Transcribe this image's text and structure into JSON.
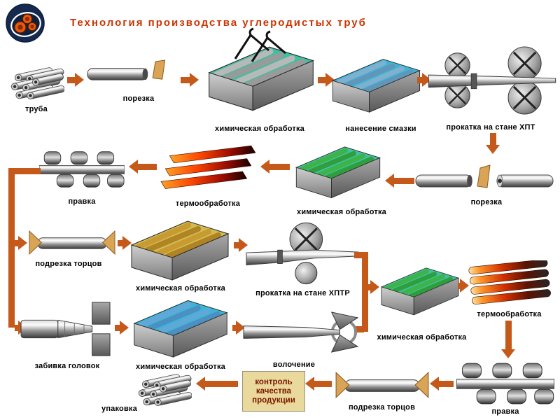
{
  "title": "Технология производства углеродистых труб",
  "flow": {
    "row1": {
      "truba": "труба",
      "porezka": "порезка",
      "him_obrabotka": "химическая обработка",
      "smazka": "нанесение смазки",
      "prokatka_hpt": "прокатка на стане ХПТ"
    },
    "row2": {
      "porezka": "порезка",
      "him_obrabotka": "химическая обработка",
      "termoobrabotka": "термообработка",
      "pravka": "правка"
    },
    "row3": {
      "podrezka_torcov": "подрезка торцов",
      "him_obrabotka": "химическая обработка",
      "prokatka_hptr": "прокатка на стане ХПТР",
      "him_obrabotka2": "химическая обработка",
      "termoobrabotka": "термообработка"
    },
    "row4": {
      "zabivka_golovok": "забивка головок",
      "him_obrabotka": "химическая обработка",
      "volochenie": "волочение"
    },
    "row5": {
      "pravka": "правка",
      "podrezka_torcov": "подрезка торцов",
      "kontrol_lines": [
        "контроль",
        "качества",
        "продукции"
      ],
      "upakovka": "упаковка"
    }
  },
  "icons": {
    "factory-logo-icon": "round navy logo with orange pipe cross-sections",
    "pipe-bundle-icon": "stack of steel pipes",
    "pipe-cutting-icon": "pipe with tan cutting blade",
    "chemical-bath-icon": "isometric open bath with pipes inside",
    "crane-hooks-icon": "black lifting slings over bath",
    "rolling-mill-hpt-icon": "paired rolls pinching a pipe",
    "rolling-mill-hptr-icon": "roll over tapered mandrel pipe",
    "heat-treatment-plates-icon": "glowing hot sheets",
    "heat-treatment-pipes-icon": "glowing hot pipes",
    "straightening-icon": "pipe between straightening rollers",
    "end-trimming-icon": "pipe with end cutters",
    "head-forming-icon": "pipe swaged into die block",
    "drawing-die-icon": "pipe drawn through die jaws",
    "quality-control-box": "beige text box"
  },
  "colors": {
    "arrow": "#c4591a",
    "title_text": "#cc3300",
    "label_text": "#000000",
    "quality_box_bg": "#e9d99c",
    "quality_box_text": "#7a1500",
    "bath_top_teal": "#3fc0a0",
    "bath_top_cyan": "#38b6d8",
    "bath_top_sand": "#d2bc50",
    "heat_orange": "#ff4600",
    "logo_navy": "#152a4f",
    "logo_orange": "#e8590f"
  }
}
